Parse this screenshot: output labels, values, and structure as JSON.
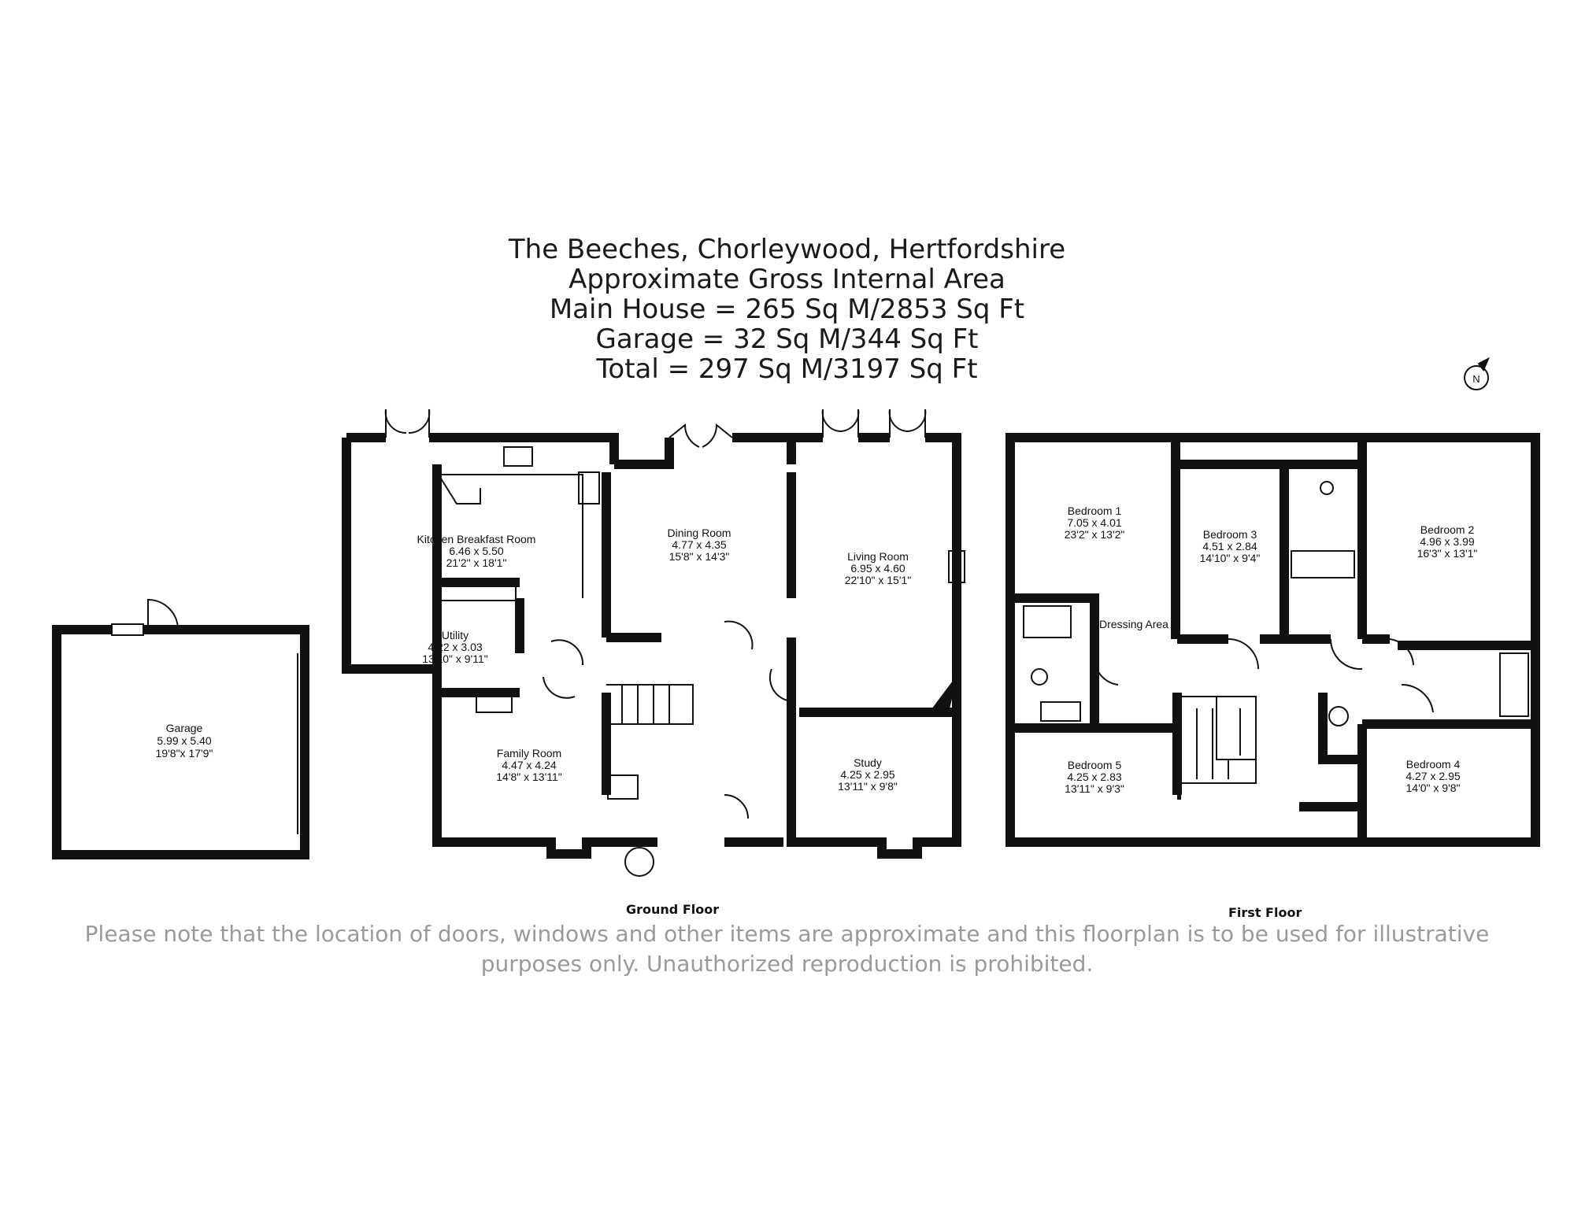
{
  "header": {
    "line1": "The Beeches, Chorleywood, Hertfordshire",
    "line2": "Approximate Gross Internal Area",
    "line3": "Main House = 265 Sq M/2853 Sq Ft",
    "line4": "Garage = 32 Sq M/344 Sq Ft",
    "line5": "Total = 297 Sq M/3197 Sq Ft"
  },
  "compass": {
    "label": "N"
  },
  "ground_floor": {
    "label": "Ground Floor",
    "garage": {
      "name": "Garage",
      "metric": "5.99 x 5.40",
      "imperial": "19'8\"x 17'9\""
    },
    "kitchen": {
      "name": "Kitchen Breakfast Room",
      "metric": "6.46 x 5.50",
      "imperial": "21'2\" x 18'1\""
    },
    "dining": {
      "name": "Dining Room",
      "metric": "4.77 x 4.35",
      "imperial": "15'8\" x 14'3\""
    },
    "living": {
      "name": "Living Room",
      "metric": "6.95 x 4.60",
      "imperial": "22'10\" x 15'1\""
    },
    "utility": {
      "name": "Utility",
      "metric": "4.22 x 3.03",
      "imperial": "13'10\" x 9'11\""
    },
    "family": {
      "name": "Family Room",
      "metric": "4.47 x 4.24",
      "imperial": "14'8\" x 13'11\""
    },
    "study": {
      "name": "Study",
      "metric": "4.25 x 2.95",
      "imperial": "13'11\" x 9'8\""
    }
  },
  "first_floor": {
    "label": "First Floor",
    "bedroom1": {
      "name": "Bedroom 1",
      "metric": "7.05 x 4.01",
      "imperial": "23'2\" x 13'2\""
    },
    "bedroom3": {
      "name": "Bedroom 3",
      "metric": "4.51 x 2.84",
      "imperial": "14'10\" x 9'4\""
    },
    "bedroom2": {
      "name": "Bedroom 2",
      "metric": "4.96 x 3.99",
      "imperial": "16'3\" x 13'1\""
    },
    "dressing": {
      "name": "Dressing Area"
    },
    "bedroom5": {
      "name": "Bedroom 5",
      "metric": "4.25 x 2.83",
      "imperial": "13'11\" x 9'3\""
    },
    "bedroom4": {
      "name": "Bedroom 4",
      "metric": "4.27 x 2.95",
      "imperial": "14'0\" x 9'8\""
    }
  },
  "disclaimer": {
    "line1": "Please note that the location of doors, windows and other items are approximate and this floorplan is to be used for illustrative",
    "line2": "purposes only. Unauthorized reproduction is prohibited."
  },
  "colors": {
    "wall": "#111111",
    "text": "#111111",
    "disclaimer": "#9a9a9a"
  }
}
